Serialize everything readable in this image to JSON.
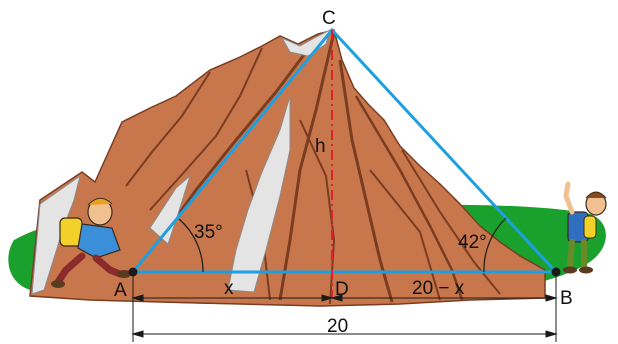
{
  "diagram": {
    "points": {
      "A": "A",
      "B": "B",
      "C": "C",
      "D": "D"
    },
    "segments": {
      "h": "h",
      "x": "x",
      "twenty_minus_x": "20 − x",
      "base": "20"
    },
    "angles": {
      "at_A": "35°",
      "at_B": "42°"
    }
  },
  "colors": {
    "triangle": "#1ea0e0",
    "height": "#e0202a",
    "mountain": "#c8764b",
    "mountain_dark": "#7a3d22",
    "snow": "#e4e4e4",
    "grass": "#1aa02c"
  }
}
